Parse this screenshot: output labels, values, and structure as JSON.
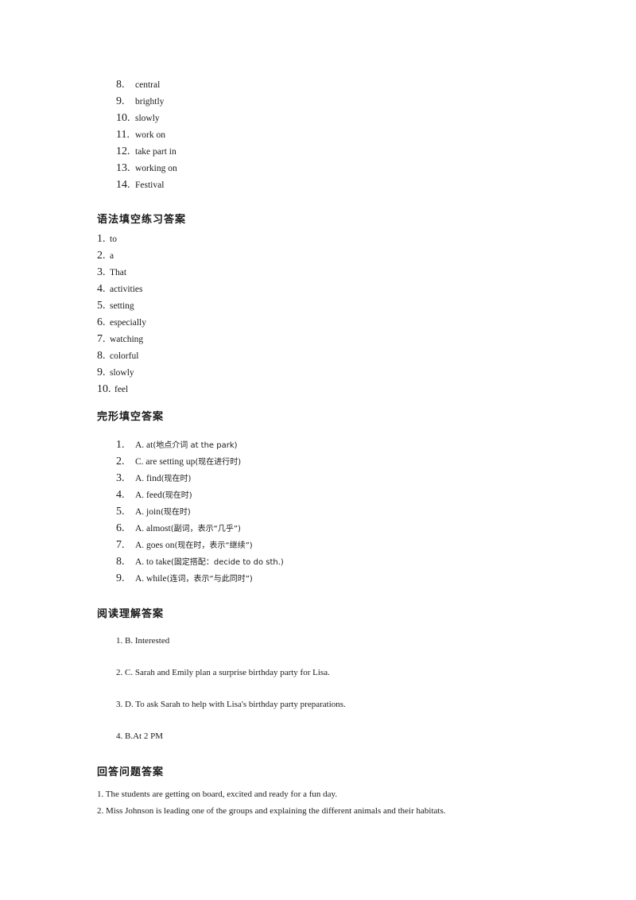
{
  "vocab": {
    "items": [
      {
        "num": "8.",
        "text": "central"
      },
      {
        "num": "9.",
        "text": "brightly"
      },
      {
        "num": "10.",
        "text": "slowly"
      },
      {
        "num": "11.",
        "text": "work on"
      },
      {
        "num": "12.",
        "text": "take part in"
      },
      {
        "num": "13.",
        "text": "working on"
      },
      {
        "num": "14.",
        "text": "Festival"
      }
    ]
  },
  "grammar": {
    "title": "语法填空练习答案",
    "items": [
      {
        "num": "1.",
        "text": "to"
      },
      {
        "num": "2.",
        "text": "a"
      },
      {
        "num": "3.",
        "text": "That"
      },
      {
        "num": "4.",
        "text": "activities"
      },
      {
        "num": "5.",
        "text": "setting"
      },
      {
        "num": "6.",
        "text": "especially"
      },
      {
        "num": "7.",
        "text": "watching"
      },
      {
        "num": "8.",
        "text": "colorful"
      },
      {
        "num": "9.",
        "text": "slowly"
      },
      {
        "num": "10.",
        "text": "feel"
      }
    ]
  },
  "cloze": {
    "title": "完形填空答案",
    "items": [
      {
        "num": "1.",
        "text": "A. at",
        "note": "(地点介词  at the park)"
      },
      {
        "num": "2.",
        "text": "C. are setting up ",
        "note": "(现在进行时)"
      },
      {
        "num": "3.",
        "text": "A. find ",
        "note": "(现在时)"
      },
      {
        "num": "4.",
        "text": "A. feed ",
        "note": "(现在时)"
      },
      {
        "num": "5.",
        "text": "A. join ",
        "note": "(现在时)"
      },
      {
        "num": "6.",
        "text": "A. almost ",
        "note": "(副词，表示“几乎”)"
      },
      {
        "num": "7.",
        "text": "A. goes on ",
        "note": "(现在时，表示“继续”)"
      },
      {
        "num": "8.",
        "text": "A. to take",
        "note": "(固定搭配：decide to do sth.)"
      },
      {
        "num": "9.",
        "text": "A. while ",
        "note": "(连词，表示“与此同时”)"
      }
    ]
  },
  "reading": {
    "title": "阅读理解答案",
    "items": [
      "1. B. Interested",
      "2. C. Sarah and Emily plan a surprise birthday party for Lisa.",
      "3. D. To ask Sarah to help with Lisa's birthday party preparations.",
      "4. B.At 2 PM"
    ]
  },
  "answers": {
    "title": "回答问题答案",
    "items": [
      "1.  The students are getting on board, excited and ready for a fun day.",
      "2.  Miss Johnson is leading one of the groups and explaining the different animals and their habitats."
    ]
  }
}
